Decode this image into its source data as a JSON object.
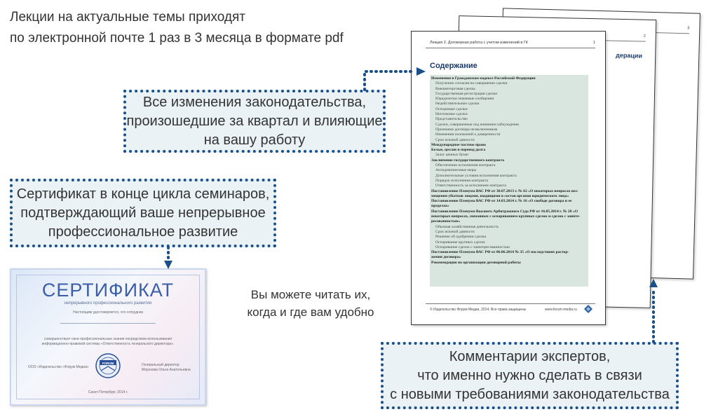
{
  "intro": {
    "line1": "Лекции на актуальные темы приходят",
    "line2": "по электронной почте 1 раз в 3 месяца в формате pdf"
  },
  "callout_changes": {
    "line1": "Все изменения законодательства,",
    "line2": "произошедшие за квартал и влияющие",
    "line3": "на вашу работу"
  },
  "callout_certificate": {
    "line1": "Сертификат в конце цикла семинаров,",
    "line2": "подтверждающий ваше непрерывное",
    "line3": "профессиональное развитие"
  },
  "note": {
    "line1": "Вы можете читать их,",
    "line2": "когда и где вам удобно"
  },
  "callout_experts": {
    "line1": "Комментарии экспертов,",
    "line2": "что именно нужно сделать в связи",
    "line3": "с новыми требованиями законодательства"
  },
  "certificate": {
    "title": "СЕРТИФИКАТ",
    "subtitle": "непрерывного профессионального развития",
    "line_certify": "Настоящим удостоверяется, что сотрудник",
    "line_body1": "совершенствует свои профессиональные знания посредством использования",
    "line_body2": "информационно-правовой системы «Ответственность генерального директора».",
    "left_sign": "ООО «Издательство «Форум Медиа»",
    "right_sign1": "Генеральный директор",
    "right_sign2": "Морозова Ольга Анатольевна",
    "city": "Санкт-Петербург, 2014 г.",
    "logo_text": "FORUM"
  },
  "document": {
    "header": "Лекция 2. Договорная работа с учетом изменений в ГК",
    "page_num_front": "1",
    "page_num_middle": "2",
    "page_num_back": "3",
    "contents_title": "Содержание",
    "footer_left": "© Издательство Форум Медиа, 2014. Все права защищены",
    "footer_right": "www.forum-media.ru",
    "middle_heading": "дерации",
    "toc": [
      {
        "text": "Изменения в Гражданском кодексе Российской Федерации",
        "bold": true
      },
      {
        "text": "Получение согласия на совершение сделки",
        "bold": false
      },
      {
        "text": "Внешнеторговая сделка",
        "bold": false
      },
      {
        "text": "Государственная регистрация сделки",
        "bold": false
      },
      {
        "text": "Юридически значимые сообщения",
        "bold": false
      },
      {
        "text": "Недействительные сделки",
        "bold": false
      },
      {
        "text": "Оспоримые сделки",
        "bold": false
      },
      {
        "text": "Ничтожные сделки",
        "bold": false
      },
      {
        "text": "Представительство",
        "bold": false
      },
      {
        "text": "Сделки, совершенные под влиянием заблуждения",
        "bold": false
      },
      {
        "text": "Признание договора незаключенным",
        "bold": false
      },
      {
        "text": "Изменения положений о доверенности",
        "bold": false
      },
      {
        "text": "Срок исковой давности",
        "bold": false
      },
      {
        "text": "Международное частное право",
        "bold": true
      },
      {
        "text": "Белые, цессия и перевод долга",
        "bold": true
      },
      {
        "text": "Залог ценных бумаг",
        "bold": false
      },
      {
        "text": "Заключение государственного контракта",
        "bold": true
      },
      {
        "text": "Обеспечение исполнения контракта",
        "bold": false
      },
      {
        "text": "Антидемпинговые меры",
        "bold": false
      },
      {
        "text": "Дополнительные условия исполнения контракта",
        "bold": false
      },
      {
        "text": "Порядок исполнения контракта",
        "bold": false
      },
      {
        "text": "Ответственность за исполнение контракта",
        "bold": false
      },
      {
        "text": "Постановление Пленума ВАС РФ от 30.07.2013 г. № 62 «О некоторых вопросах воз-",
        "bold": true
      },
      {
        "text": "мещения убытков лицами, входящими в состав органов юридического лица»",
        "bold": true
      },
      {
        "text": "Постановление Пленума ВАС РФ от 14.03.2014 г. № 16 «О свободе договора и ее",
        "bold": true
      },
      {
        "text": "пределах»",
        "bold": true
      },
      {
        "text": "Постановление Пленума Высшего Арбитражного Суда РФ от 16.05.2014 г. № 28 «О",
        "bold": true
      },
      {
        "text": "некоторых вопросах, связанных с оспариванием крупных сделок и сделок с заинте-",
        "bold": true
      },
      {
        "text": "ресованностью»",
        "bold": true
      },
      {
        "text": "Обычная хозяйственная деятельность",
        "bold": false
      },
      {
        "text": "Срок исковой давности",
        "bold": false
      },
      {
        "text": "Решение об одобрении сделки",
        "bold": false
      },
      {
        "text": "Оспаривание крупных сделок",
        "bold": false
      },
      {
        "text": "Оспаривание сделок с заинтересованностью",
        "bold": false
      },
      {
        "text": "Постановление Пленума ВАС РФ от 06.06.2014 № 35 «О последствиях растор-",
        "bold": true
      },
      {
        "text": "жения договора»",
        "bold": true
      },
      {
        "text": "Рекомендации по организации договорной работы",
        "bold": true
      }
    ]
  },
  "colors": {
    "accent": "#1a4f8a",
    "callout_bg": "#eaf2f6",
    "toc_bg": "#d9e6e0"
  }
}
